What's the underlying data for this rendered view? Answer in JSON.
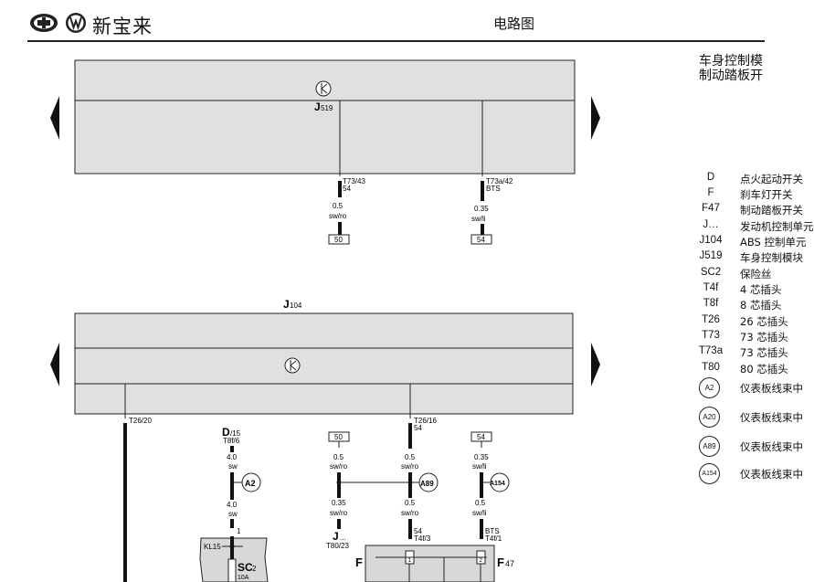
{
  "header": {
    "brand": "新宝来",
    "doc_title": "电路图",
    "logos": [
      "faw-logo-icon",
      "vw-logo-icon"
    ]
  },
  "right_title": {
    "line1": "车身控制模",
    "line2": "制动踏板开"
  },
  "diagram": {
    "top_module": {
      "label": "J",
      "sub": "519"
    },
    "bottom_module": {
      "label": "J",
      "sub": "104"
    },
    "top_pins": [
      {
        "pin": "T73/43",
        "signal": "54",
        "size": "0.5",
        "color": "sw/ro",
        "ref": "50"
      },
      {
        "pin": "T73a/42",
        "signal": "BTS",
        "size": "0.35",
        "color": "sw/li",
        "ref": "54"
      }
    ],
    "bottom_pins": [
      {
        "pin": "T26/20"
      },
      {
        "pin": "T26/16",
        "signal": "54"
      }
    ],
    "d_branch": {
      "label": "D",
      "sub": "/15",
      "conn": "T8f/6",
      "size1": "4.0",
      "color1": "sw",
      "node": "A2",
      "size2": "4.0",
      "color2": "sw",
      "pin": "1"
    },
    "ref_boxes": [
      "50",
      "54"
    ],
    "wires": [
      {
        "size": "0.5",
        "color": "sw/ro"
      },
      {
        "size": "0.5",
        "color": "sw/ro"
      },
      {
        "size": "0.35",
        "color": "sw/li"
      },
      {
        "size": "0.35",
        "color": "sw/ro"
      },
      {
        "size": "0.5",
        "color": "sw/ro"
      },
      {
        "size": "0.5",
        "color": "sw/li"
      }
    ],
    "nodes": [
      "A89",
      "A154"
    ],
    "j_dots": {
      "label": "J",
      "sub": "...",
      "conn": "T80/23"
    },
    "f_conn": {
      "signal": "54",
      "conn": "T4f/3"
    },
    "f47_conn": {
      "signal": "BTS",
      "conn": "T4f/1"
    },
    "f_label": "F",
    "f47_label": {
      "label": "F",
      "sub": "47"
    },
    "fuse": {
      "kl": "KL15",
      "label": "SC",
      "sub": "2",
      "rating": "10A"
    },
    "switch_pins": [
      "1",
      "2"
    ]
  },
  "legend": [
    {
      "code": "D",
      "desc": "点火起动开关"
    },
    {
      "code": "F",
      "desc": "刹车灯开关"
    },
    {
      "code": "F47",
      "desc": "制动踏板开关"
    },
    {
      "code": "J…",
      "desc": "发动机控制单元"
    },
    {
      "code": "J104",
      "desc": "ABS 控制单元"
    },
    {
      "code": "J519",
      "desc": "车身控制模块"
    },
    {
      "code": "SC2",
      "desc": "保险丝"
    },
    {
      "code": "T4f",
      "desc": "4 芯插头"
    },
    {
      "code": "T8f",
      "desc": "8 芯插头"
    },
    {
      "code": "T26",
      "desc": "26 芯插头"
    },
    {
      "code": "T73",
      "desc": "73 芯插头"
    },
    {
      "code": "T73a",
      "desc": "73 芯插头"
    },
    {
      "code": "T80",
      "desc": "80 芯插头"
    },
    {
      "code": "A2",
      "desc": "仪表板线束中"
    },
    {
      "code": "A20",
      "desc": "仪表板线束中"
    },
    {
      "code": "A89",
      "desc": "仪表板线束中"
    },
    {
      "code": "A154",
      "desc": "仪表板线束中"
    }
  ]
}
